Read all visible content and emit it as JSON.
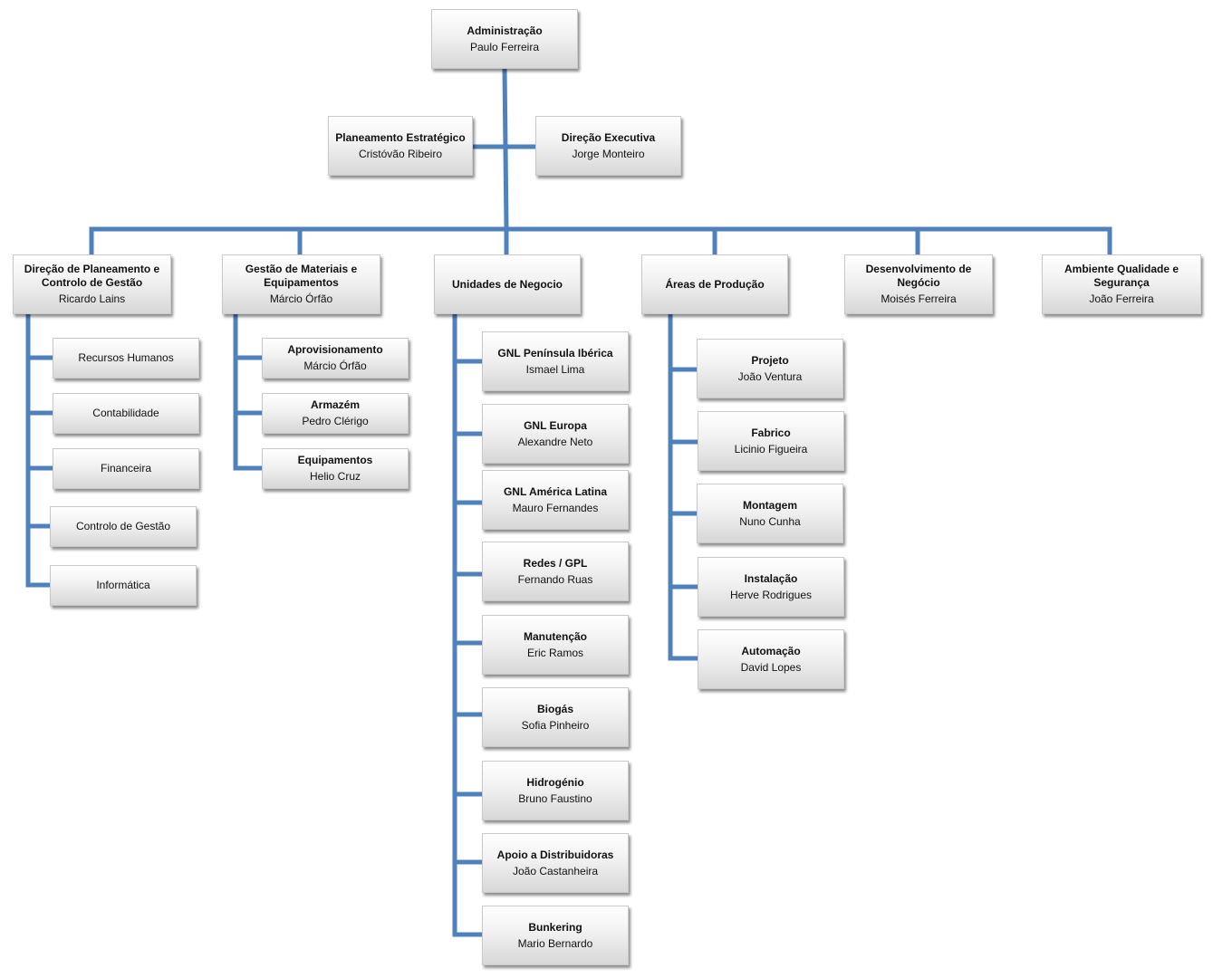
{
  "org_chart": {
    "root": {
      "title": "Administração",
      "name": "Paulo Ferreira"
    },
    "staff": [
      {
        "title": "Planeamento Estratégico",
        "name": "Cristóvão Ribeiro"
      },
      {
        "title": "Direção Executiva",
        "name": "Jorge Monteiro"
      }
    ],
    "departments": [
      {
        "title": "Direção de Planeamento e Controlo de Gestão",
        "name": "Ricardo Lains",
        "children": [
          {
            "title": "Recursos Humanos"
          },
          {
            "title": "Contabilidade"
          },
          {
            "title": "Financeira"
          },
          {
            "title": "Controlo de Gestão"
          },
          {
            "title": "Informática"
          }
        ]
      },
      {
        "title": "Gestão de Materiais e Equipamentos",
        "name": "Márcio Órfão",
        "children": [
          {
            "title": "Aprovisionamento",
            "name": "Márcio Órfão"
          },
          {
            "title": "Armazém",
            "name": "Pedro Clérigo"
          },
          {
            "title": "Equipamentos",
            "name": "Helio Cruz"
          }
        ]
      },
      {
        "title": "Unidades de Negocio",
        "children": [
          {
            "title": "GNL Península Ibérica",
            "name": "Ismael Lima"
          },
          {
            "title": "GNL Europa",
            "name": "Alexandre Neto"
          },
          {
            "title": "GNL América Latina",
            "name": "Mauro Fernandes"
          },
          {
            "title": "Redes / GPL",
            "name": "Fernando Ruas"
          },
          {
            "title": "Manutenção",
            "name": "Eric Ramos"
          },
          {
            "title": "Biogás",
            "name": "Sofia Pinheiro"
          },
          {
            "title": "Hidrogénio",
            "name": "Bruno Faustino"
          },
          {
            "title": "Apoio a Distribuidoras",
            "name": "João Castanheira"
          },
          {
            "title": "Bunkering",
            "name": "Mario Bernardo"
          }
        ]
      },
      {
        "title": "Áreas de Produção",
        "children": [
          {
            "title": "Projeto",
            "name": "João Ventura"
          },
          {
            "title": "Fabrico",
            "name": "Licinio Figueira"
          },
          {
            "title": "Montagem",
            "name": "Nuno Cunha"
          },
          {
            "title": "Instalação",
            "name": "Herve Rodrigues"
          },
          {
            "title": "Automação",
            "name": "David Lopes"
          }
        ]
      },
      {
        "title": "Desenvolvimento de Negócio",
        "name": "Moisés Ferreira"
      },
      {
        "title": "Ambiente Qualidade e Segurança",
        "name": "João Ferreira"
      }
    ]
  },
  "colors": {
    "connector": "#4f81bd"
  }
}
